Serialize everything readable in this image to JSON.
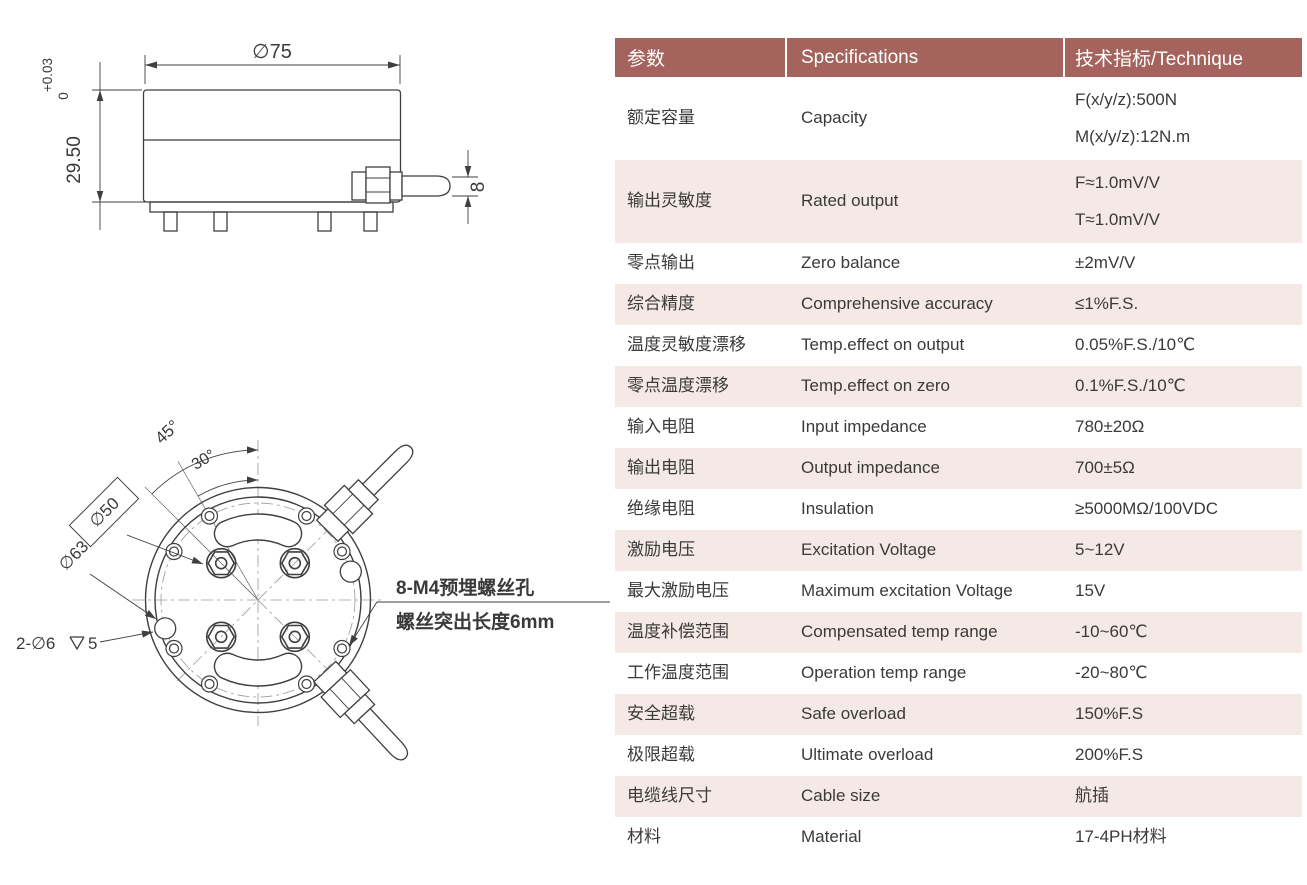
{
  "colors": {
    "header_bg": "#a4645d",
    "header_text": "#ffffff",
    "row_alt_bg": "#f5e9e5",
    "body_text": "#3a3a3a",
    "drawing_line": "#3f3f3f"
  },
  "drawing": {
    "side_view": {
      "diameter": "∅75",
      "tolerance_upper": "+0.03",
      "tolerance_lower": "0",
      "height": "29.50",
      "cable_diameter": "8"
    },
    "top_view": {
      "angle_outer": "45°",
      "angle_inner": "30°",
      "bolt_circle_50": "∅50",
      "bolt_circle_63": "∅63",
      "holes_label": "2-∅6",
      "depth_value": "5",
      "note_line1": "8-M4预埋螺丝孔",
      "note_line2": "螺丝突出长度6mm"
    }
  },
  "table": {
    "headers": [
      "参数",
      "Specifications",
      "技术指标/Technique"
    ],
    "rows": [
      {
        "param": "额定容量",
        "spec": "Capacity",
        "values": [
          "F(x/y/z):500N",
          "M(x/y/z):12N.m"
        ]
      },
      {
        "param": "输出灵敏度",
        "spec": "Rated output",
        "values": [
          "F≈1.0mV/V",
          "T≈1.0mV/V"
        ]
      },
      {
        "param": "零点输出",
        "spec": "Zero balance",
        "values": [
          "±2mV/V"
        ]
      },
      {
        "param": "综合精度",
        "spec": "Comprehensive accuracy",
        "values": [
          "≤1%F.S."
        ]
      },
      {
        "param": "温度灵敏度漂移",
        "spec": "Temp.effect on output",
        "values": [
          "0.05%F.S./10℃"
        ]
      },
      {
        "param": "零点温度漂移",
        "spec": "Temp.effect on zero",
        "values": [
          "0.1%F.S./10℃"
        ]
      },
      {
        "param": "输入电阻",
        "spec": "Input impedance",
        "values": [
          "780±20Ω"
        ]
      },
      {
        "param": "输出电阻",
        "spec": "Output impedance",
        "values": [
          "700±5Ω"
        ]
      },
      {
        "param": "绝缘电阻",
        "spec": "Insulation",
        "values": [
          "≥5000MΩ/100VDC"
        ]
      },
      {
        "param": "激励电压",
        "spec": "Excitation Voltage",
        "values": [
          "5~12V"
        ]
      },
      {
        "param": "最大激励电压",
        "spec": "Maximum excitation Voltage",
        "values": [
          "15V"
        ]
      },
      {
        "param": "温度补偿范围",
        "spec": "Compensated temp range",
        "values": [
          "-10~60℃"
        ]
      },
      {
        "param": "工作温度范围",
        "spec": "Operation temp range",
        "values": [
          "-20~80℃"
        ]
      },
      {
        "param": "安全超载",
        "spec": "Safe overload",
        "values": [
          "150%F.S"
        ]
      },
      {
        "param": "极限超载",
        "spec": "Ultimate overload",
        "values": [
          "200%F.S"
        ]
      },
      {
        "param": "电缆线尺寸",
        "spec": "Cable size",
        "values": [
          "航插"
        ]
      },
      {
        "param": "材料",
        "spec": "Material",
        "values": [
          "17-4PH材料"
        ]
      }
    ]
  }
}
